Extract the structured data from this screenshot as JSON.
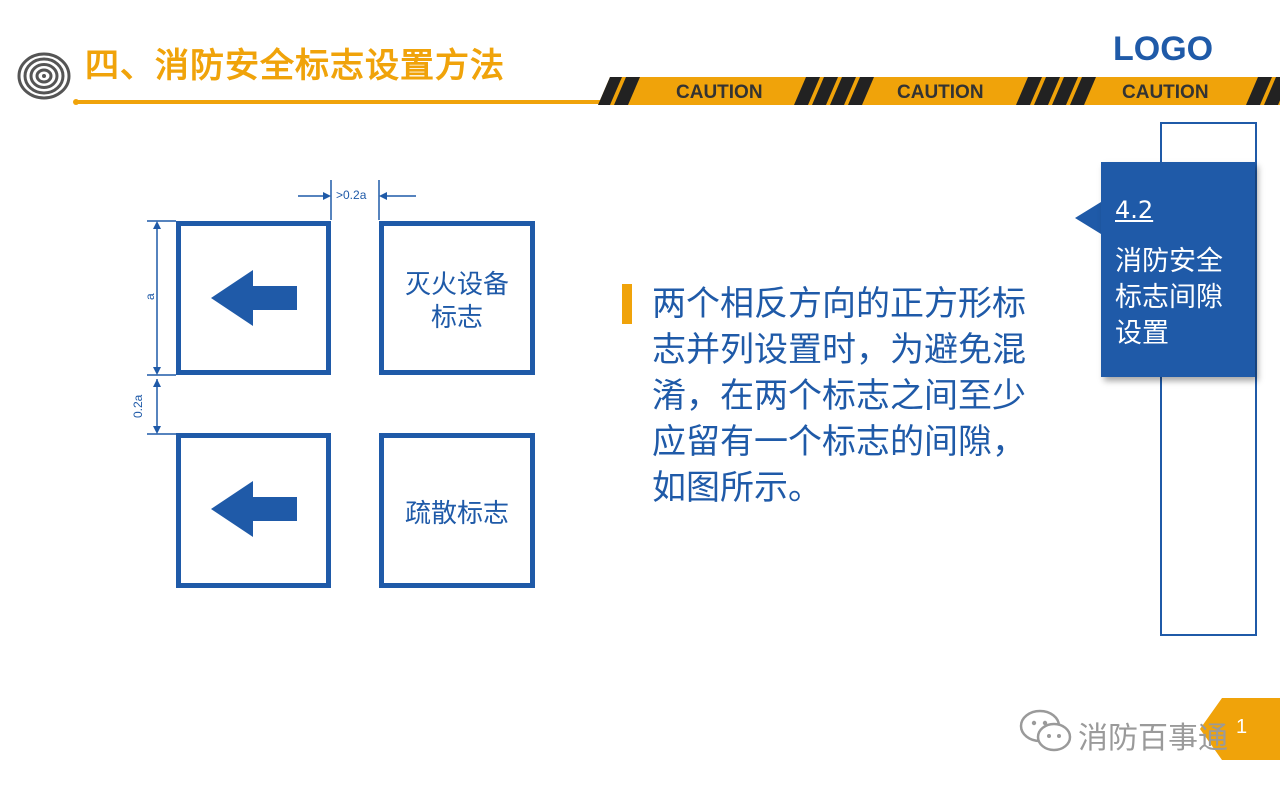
{
  "header": {
    "title": "四、消防安全标志设置方法",
    "logo": "LOGO",
    "caution_labels": [
      "CAUTION",
      "CAUTION",
      "CAUTION"
    ]
  },
  "diagram": {
    "gap_label": ">0.2a",
    "side_label": "a",
    "vertical_gap_label": "0.2a",
    "sign_fire_label": "灭火设备标志",
    "sign_fire_lines": [
      "灭火设备",
      "标志"
    ],
    "sign_exit_label": "疏散标志"
  },
  "body": {
    "text": "两个相反方向的正方形标志并列设置时，为避免混淆，在两个标志之间至少应留有一个标志的间隙，如图所示。"
  },
  "side_panel": {
    "section_number": "4.2",
    "section_title": "消防安全标志间隙设置"
  },
  "footer": {
    "page_number": "1",
    "watermark": "消防百事通"
  },
  "colors": {
    "accent_orange": "#f0a30a",
    "brand_blue": "#1f5aa8",
    "caution_black": "#222222"
  }
}
